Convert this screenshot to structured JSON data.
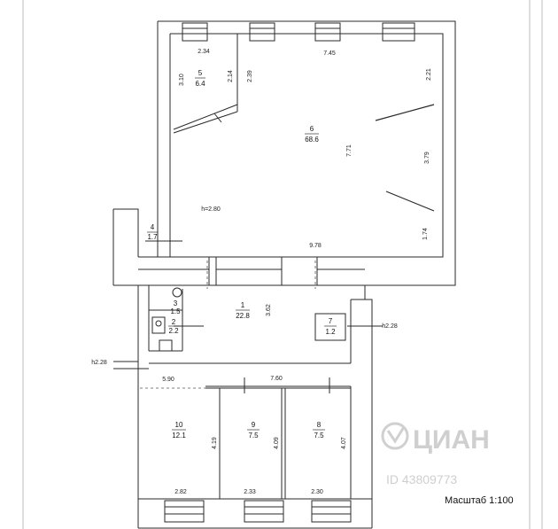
{
  "scale_label": "Масштаб 1:100",
  "watermark": {
    "brand": "ЦИАН",
    "id": "ID 43809773"
  },
  "rooms": [
    {
      "number": "1",
      "area": "22.8"
    },
    {
      "number": "2",
      "area": "2.2"
    },
    {
      "number": "3",
      "area": "1.5"
    },
    {
      "number": "4",
      "area": "1.7"
    },
    {
      "number": "5",
      "area": "6.4"
    },
    {
      "number": "6",
      "area": "68.6"
    },
    {
      "number": "7",
      "area": "1.2"
    },
    {
      "number": "8",
      "area": "7.5"
    },
    {
      "number": "9",
      "area": "7.5"
    },
    {
      "number": "10",
      "area": "12.1"
    }
  ],
  "dimensions": {
    "d_2_34": "2.34",
    "d_7_45": "7.45",
    "d_3_10": "3.10",
    "d_2_14": "2.14",
    "d_2_39": "2.39",
    "d_2_21": "2.21",
    "d_7_71": "7.71",
    "d_3_79": "3.79",
    "d_h280": "h=2.80",
    "d_1_74": "1.74",
    "d_9_78": "9.78",
    "d_3_62": "3.62",
    "d_h28_right": "h2.28",
    "d_h28_left": "h2.28",
    "d_5_90": "5.90",
    "d_7_60": "7.60",
    "d_4_19": "4.19",
    "d_4_09": "4.09",
    "d_4_07": "4.07",
    "d_2_82": "2.82",
    "d_2_33": "2.33",
    "d_2_30": "2.30"
  }
}
